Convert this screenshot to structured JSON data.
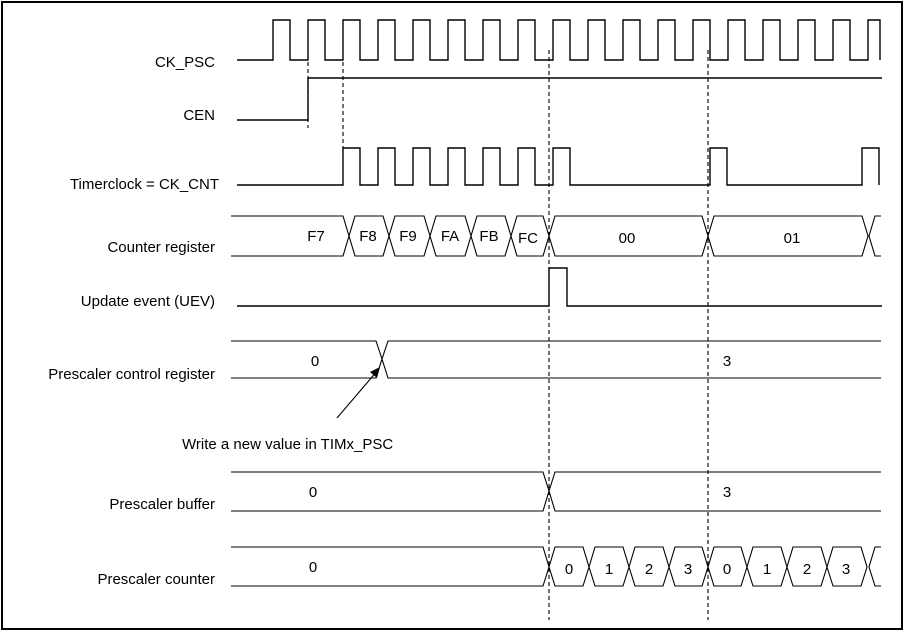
{
  "signals": {
    "ck_psc": "CK_PSC",
    "cen": "CEN",
    "timerclock": "Timerclock = CK_CNT",
    "counter_register": "Counter register",
    "update_event": "Update event (UEV)",
    "prescaler_control": "Prescaler control register",
    "prescaler_buffer": "Prescaler buffer",
    "prescaler_counter": "Prescaler counter"
  },
  "counter_register_values": [
    "F7",
    "F8",
    "F9",
    "FA",
    "FB",
    "FC",
    "00",
    "01"
  ],
  "prescaler_control_values": [
    "0",
    "3"
  ],
  "prescaler_buffer_values": [
    "0",
    "3"
  ],
  "prescaler_counter_values": [
    "0",
    "0",
    "1",
    "2",
    "3",
    "0",
    "1",
    "2",
    "3"
  ],
  "annotation": "Write a new value in TIMx_PSC"
}
